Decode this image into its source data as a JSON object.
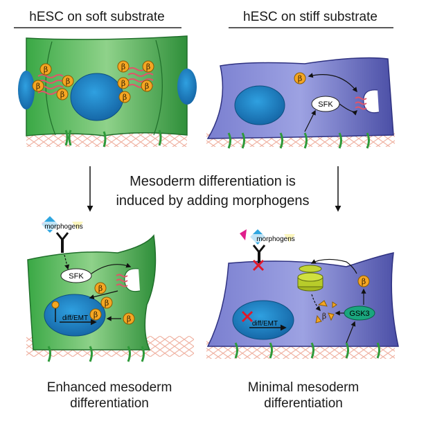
{
  "panels": {
    "top_left_title": "hESC on soft substrate",
    "top_right_title": "hESC on stiff substrate",
    "bottom_left_caption_line1": "Enhanced mesoderm",
    "bottom_left_caption_line2": "differentiation",
    "bottom_right_caption_line1": "Minimal mesoderm",
    "bottom_right_caption_line2": "differentiation"
  },
  "middle": {
    "line1": "Mesoderm differentiation is",
    "line2": "induced by adding morphogens"
  },
  "labels": {
    "beta": "β",
    "sfk": "SFK",
    "morphogens": "morphogens",
    "diff_emt": "diff/EMT",
    "gsk3": "GSK3"
  },
  "colors": {
    "green_cell": "#4cb94c",
    "green_dark": "#2f8f3a",
    "blue_cell": "#6f72c0",
    "nucleus": "#1e86c8",
    "beta_fill": "#f5a623",
    "substrate": "#f2b8a8",
    "cadherin": "#e0556a",
    "integrin": "#2e9a3a",
    "cross": "#e0182a"
  }
}
